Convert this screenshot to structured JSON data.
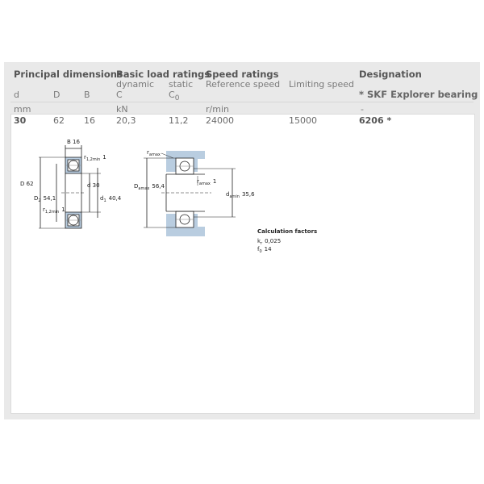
{
  "headers": {
    "principal": "Principal dimensions",
    "load": "Basic load ratings",
    "speed": "Speed ratings",
    "designation": "Designation"
  },
  "subheaders": {
    "dynamic": "dynamic",
    "static": "static",
    "reference_speed": "Reference speed",
    "limiting_speed": "Limiting speed",
    "explorer": "* SKF Explorer bearing"
  },
  "symbols": {
    "d": "d",
    "D": "D",
    "B": "B",
    "C": "C",
    "C0": "C",
    "C0_sub": "0"
  },
  "units": {
    "mm": "mm",
    "kN": "kN",
    "rmin": "r/min",
    "dash": "-"
  },
  "row": {
    "d": "30",
    "D": "62",
    "B": "16",
    "C": "20,3",
    "C0": "11,2",
    "ref_speed": "24000",
    "lim_speed": "15000",
    "designation": "6206 *"
  },
  "drawing1": {
    "B": "B 16",
    "r12_top_r": "r",
    "r12_top_sub": "1,2min",
    "r12_top_val": "1",
    "D": "D 62",
    "D2": "D",
    "D2_sub": "2",
    "D2_val": "54,1",
    "d": "d 30",
    "d1": "d",
    "d1_sub": "1",
    "d1_val": "40,4",
    "r12_bot_r": "r",
    "r12_bot_sub": "1,2min",
    "r12_bot_val": "1"
  },
  "drawing2": {
    "ra_top": "r",
    "ra_top_sub": "amax",
    "Da": "D",
    "Da_sub": "amax",
    "Da_val": "56,4",
    "ra_right": "r",
    "ra_right_sub": "amax",
    "ra_right_val": "1",
    "da": "d",
    "da_sub": "amin",
    "da_val": "35,6"
  },
  "calc": {
    "title": "Calculation factors",
    "kr": "k",
    "kr_sub": "r",
    "kr_val": "0,025",
    "f0": "f",
    "f0_sub": "0",
    "f0_val": "14"
  }
}
